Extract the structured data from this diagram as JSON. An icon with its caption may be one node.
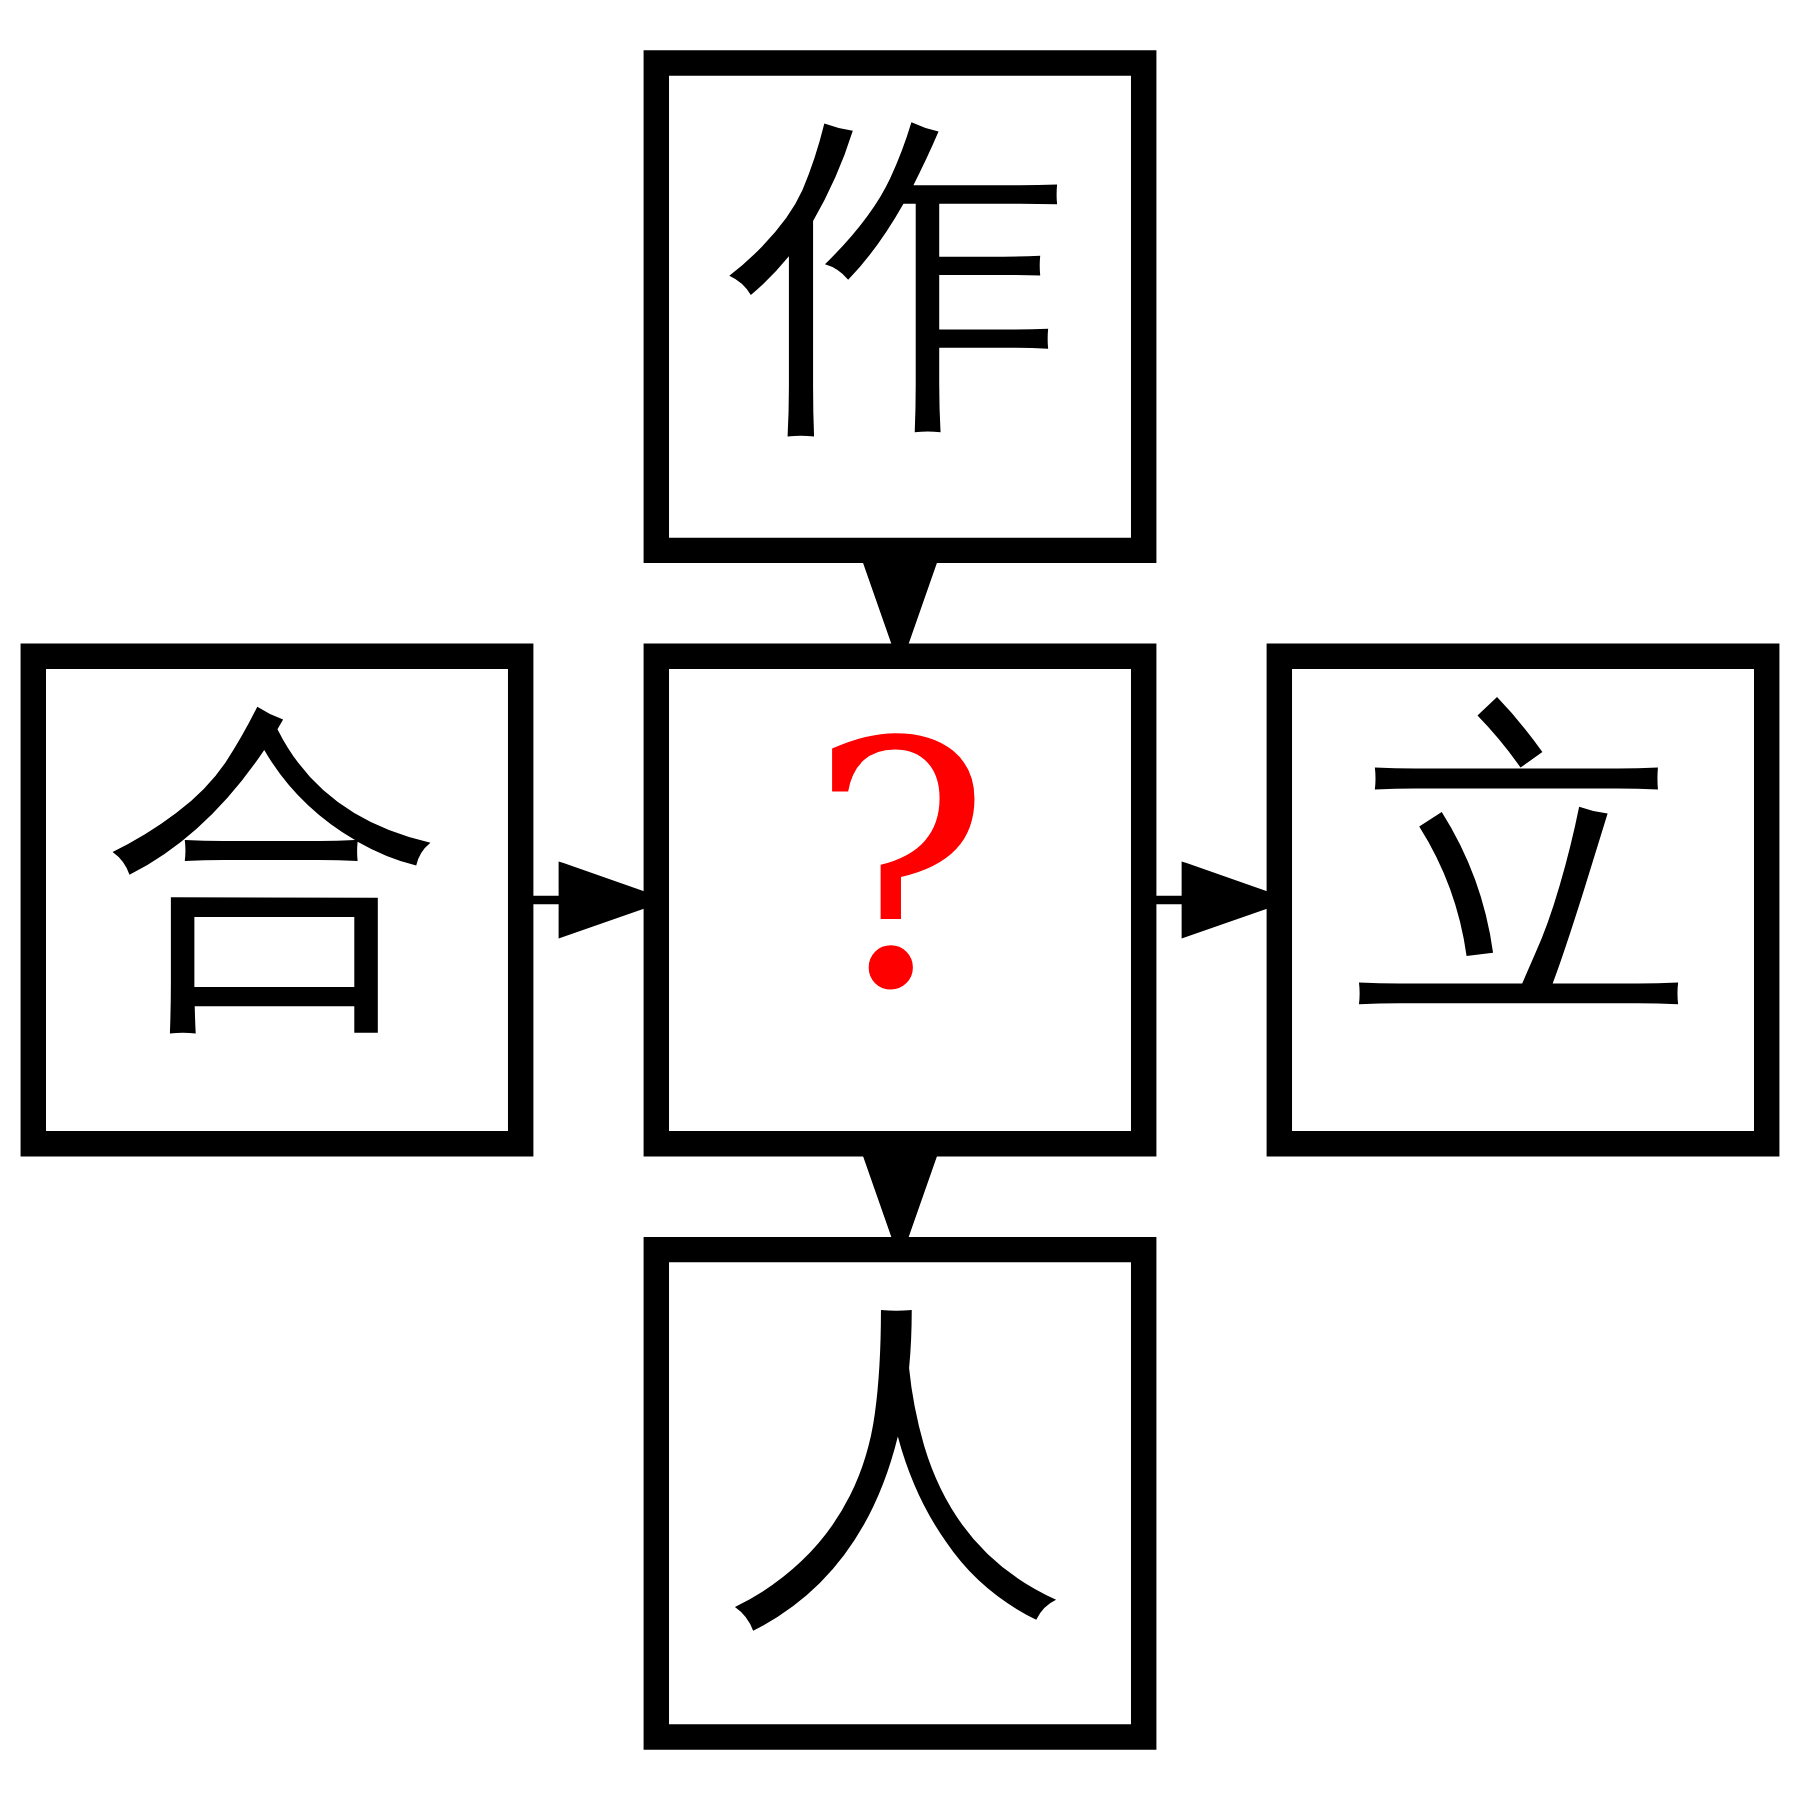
{
  "diagram": {
    "nodes": [
      {
        "text": [
          "作"
        ]
      },
      {
        "text": [
          "合"
        ]
      },
      {
        "text": [
          "?"
        ]
      },
      {
        "text": [
          "立"
        ]
      },
      {
        "text": [
          "人"
        ]
      }
    ],
    "edges": [
      {
        "from": 0,
        "to": 2,
        "arrow": "to"
      },
      {
        "from": 1,
        "to": 2,
        "arrow": "to"
      },
      {
        "from": 2,
        "to": 3,
        "arrow": "to"
      },
      {
        "from": 2,
        "to": 4,
        "arrow": "to"
      }
    ]
  }
}
